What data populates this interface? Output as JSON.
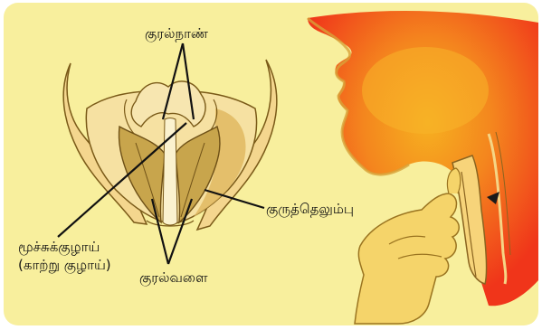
{
  "diagram": {
    "labels": {
      "vocal_cords": "குரல்நாண்",
      "cartilage": "குருத்தெலும்பு",
      "trachea_line1": "மூச்சுக்குழாய்",
      "trachea_line2": "(காற்று குழாய்)",
      "larynx": "குரல்வளை"
    },
    "colors": {
      "panel_background": "#f8ef9d",
      "head_gradient_outer": "#f23b1c",
      "head_gradient_inner": "#f6a11d",
      "cartilage_fill": "#f5dd92",
      "outline": "#7a5a18"
    }
  }
}
